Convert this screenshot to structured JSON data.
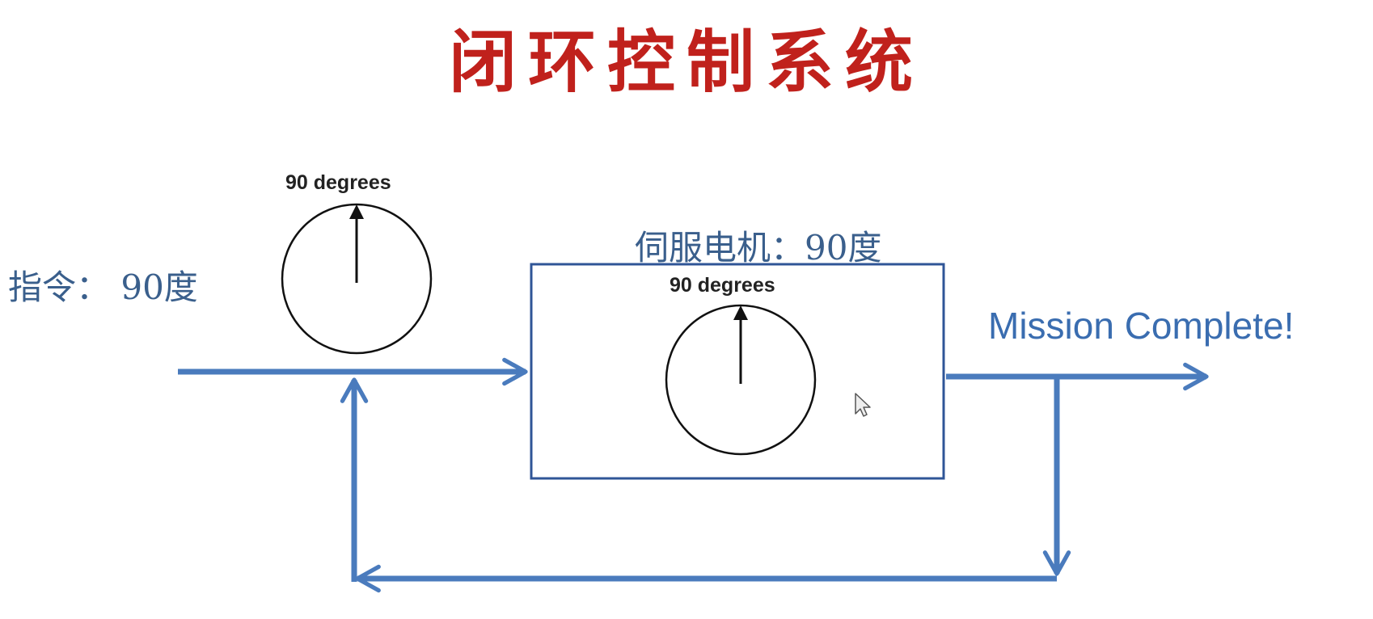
{
  "title": "闭环控制系统",
  "command_label": "指令： 90度",
  "servo_label": "伺服电机：90度",
  "output_label": "Mission Complete!",
  "reference_dial": {
    "label": "90 degrees",
    "angle_degrees": 90
  },
  "servo_dial": {
    "label": "90 degrees",
    "angle_degrees": 90
  },
  "icons": [
    "mouse-cursor-icon"
  ],
  "colors": {
    "title": "#c0211c",
    "text_blue": "#3a5f8c",
    "output_text": "#3a6db0",
    "signal_line": "#4a7bbd",
    "block_border": "#2f5597",
    "dial_stroke": "#111111"
  }
}
